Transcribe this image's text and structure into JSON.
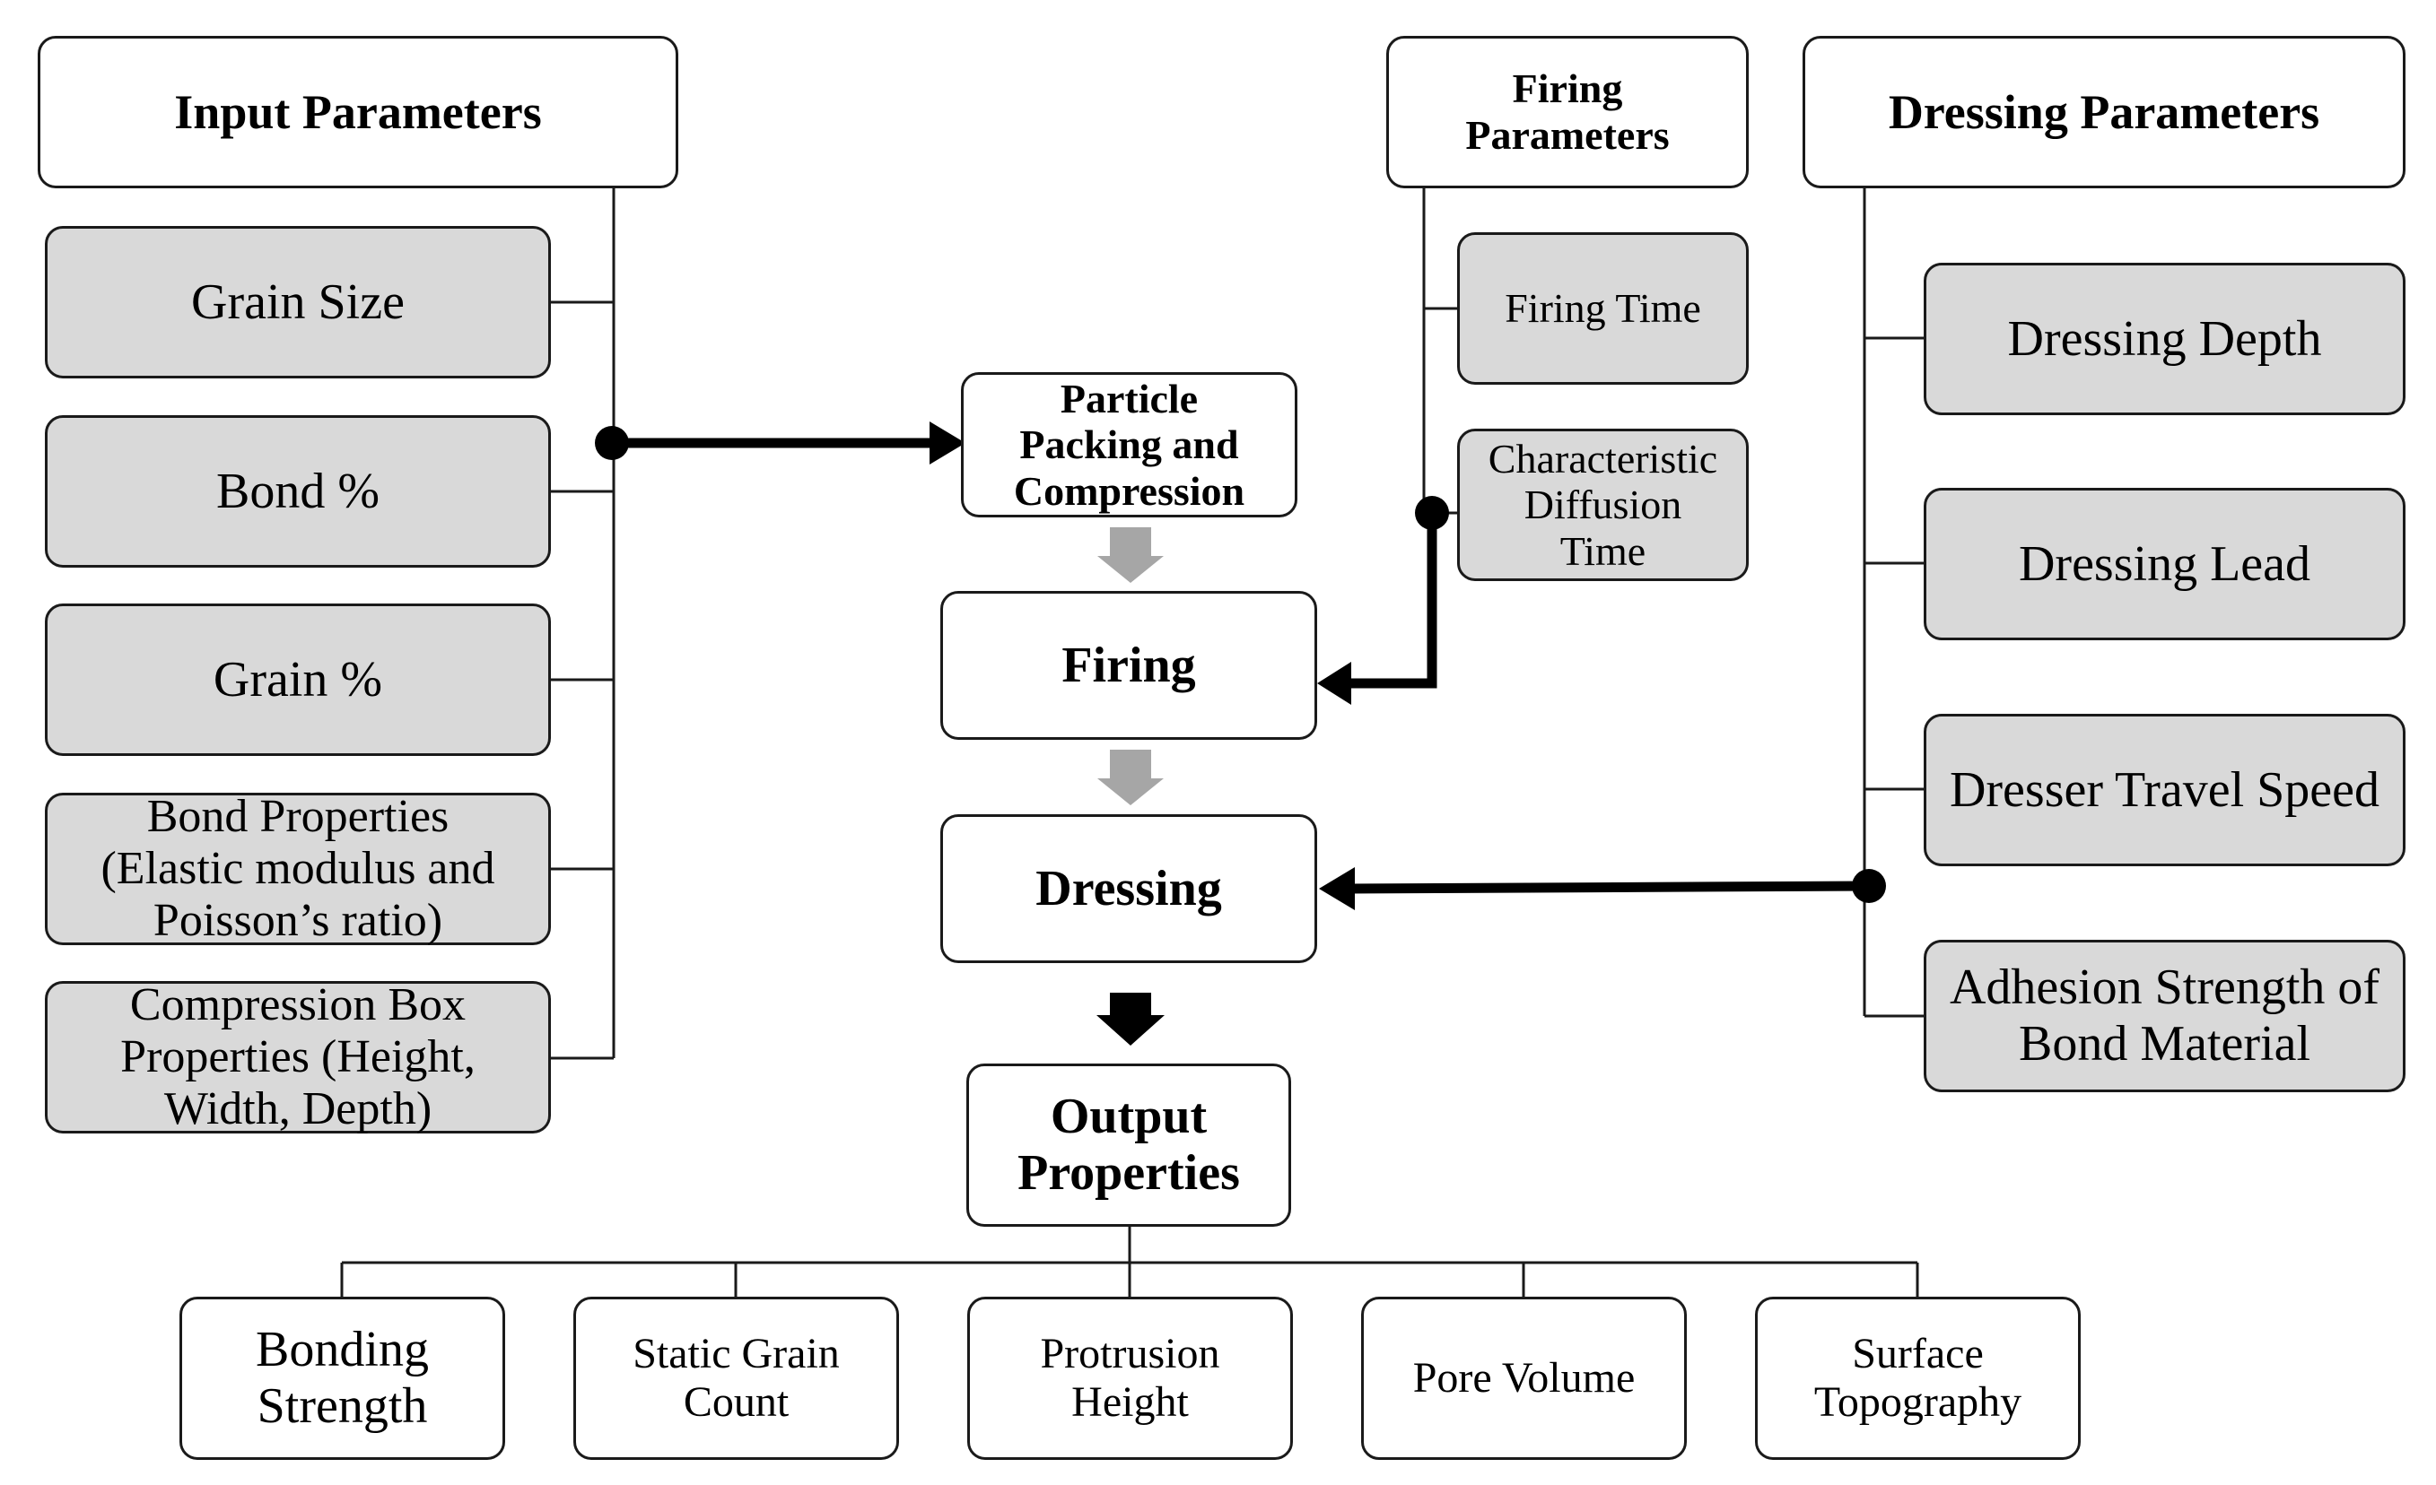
{
  "input": {
    "title": "Input Parameters",
    "items": [
      "Grain Size",
      "Bond %",
      "Grain %",
      "Bond Properties\n(Elastic modulus and\nPoisson’s ratio)",
      "Compression Box\nProperties (Height,\nWidth, Depth)"
    ]
  },
  "firing_params": {
    "title": "Firing\nParameters",
    "items": [
      "Firing Time",
      "Characteristic\nDiffusion\nTime"
    ]
  },
  "dressing_params": {
    "title": "Dressing Parameters",
    "items": [
      "Dressing Depth",
      "Dressing Lead",
      "Dresser Travel Speed",
      "Adhesion Strength of\nBond Material"
    ]
  },
  "process": {
    "packing": "Particle\nPacking and\nCompression",
    "firing": "Firing",
    "dressing": "Dressing",
    "output": "Output\nProperties"
  },
  "outputs": [
    "Bonding\nStrength",
    "Static Grain\nCount",
    "Protrusion\nHeight",
    "Pore Volume",
    "Surface\nTopography"
  ],
  "colors": {
    "box_fill": "#ffffff",
    "param_fill": "#d9d9d9",
    "line": "#000000",
    "flow_arrow_gray": "#a6a6a6",
    "flow_arrow_black": "#000000"
  }
}
